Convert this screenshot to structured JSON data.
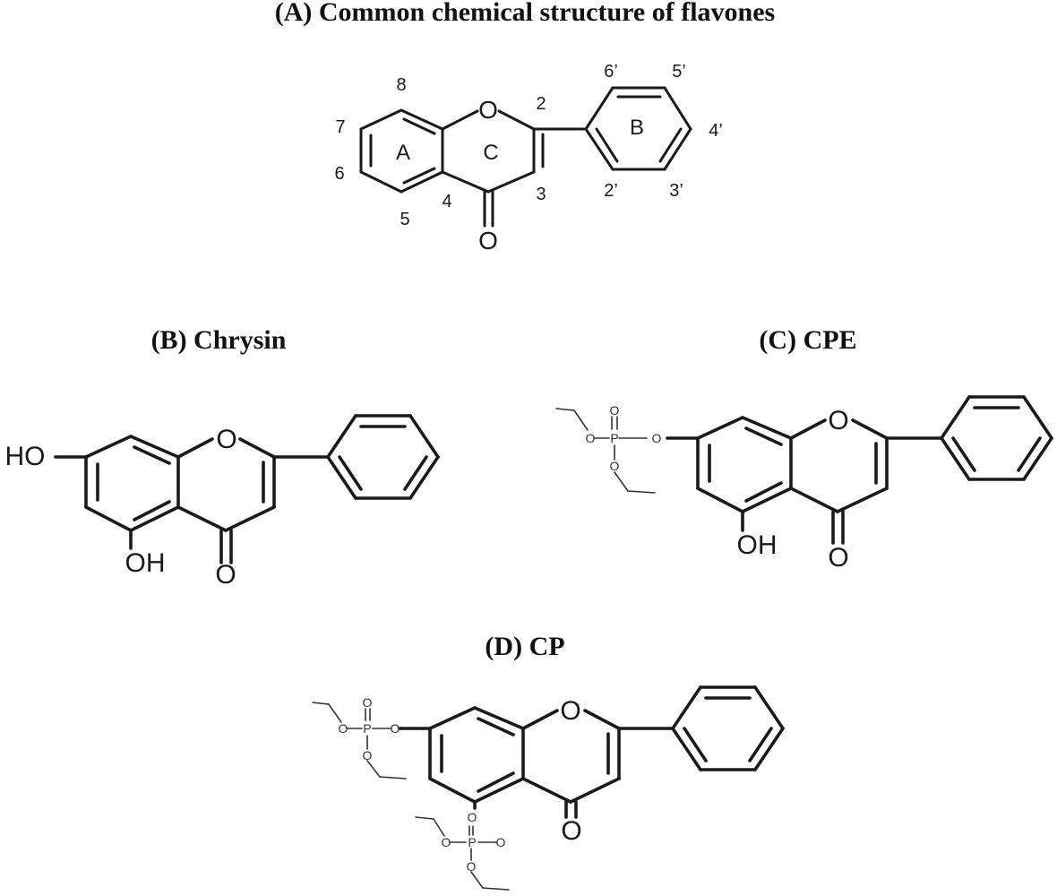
{
  "figure": {
    "panel_a": {
      "title": "(A) Common chemical structure of flavones",
      "ring_labels": {
        "a": "A",
        "b": "B",
        "c": "C"
      },
      "atoms": {
        "o1": "O",
        "o4": "O"
      },
      "positions": {
        "p2": "2",
        "p3": "3",
        "p4": "4",
        "p5": "5",
        "p6": "6",
        "p7": "7",
        "p8": "8",
        "p2p": "2’",
        "p3p": "3’",
        "p4p": "4’",
        "p5p": "5’",
        "p6p": "6’"
      }
    },
    "panel_b": {
      "title": "(B) Chrysin",
      "atoms": {
        "ho7": "HO",
        "oh5": "OH",
        "o1": "O",
        "o4": "O"
      }
    },
    "panel_c": {
      "title": "(C) CPE",
      "atoms": {
        "o1": "O",
        "o4": "O",
        "oh5": "OH",
        "p": "P",
        "p_o_double": "O",
        "p_o_left": "O",
        "p_o_down": "O",
        "p_o_ring": "O"
      }
    },
    "panel_d": {
      "title": "(D) CP",
      "atoms": {
        "o1": "O",
        "o4": "O",
        "p7": "P",
        "p7_o_double": "O",
        "p7_o_left": "O",
        "p7_o_down": "O",
        "p7_o_ring": "O",
        "p5": "P",
        "p5_o_ring": "O",
        "p5_o_left": "O",
        "p5_o_right": "O",
        "p5_o_down": "O"
      }
    }
  }
}
